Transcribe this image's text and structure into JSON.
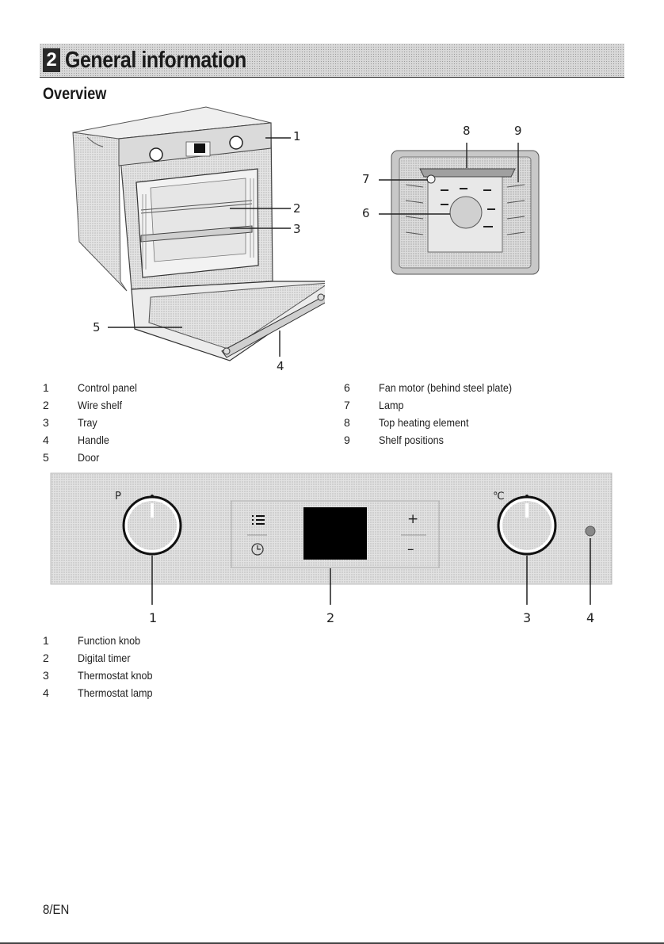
{
  "header": {
    "chapter_number": "2",
    "chapter_title": "General information"
  },
  "section_title": "Overview",
  "oven_figure": {
    "callouts": [
      "1",
      "2",
      "3",
      "4",
      "5"
    ]
  },
  "cavity_figure": {
    "callouts": [
      "6",
      "7",
      "8",
      "9"
    ]
  },
  "parts_legend_left": [
    {
      "num": "1",
      "text": "Control panel"
    },
    {
      "num": "2",
      "text": "Wire shelf"
    },
    {
      "num": "3",
      "text": "Tray"
    },
    {
      "num": "4",
      "text": "Handle"
    },
    {
      "num": "5",
      "text": "Door"
    }
  ],
  "parts_legend_right": [
    {
      "num": "6",
      "text": "Fan motor (behind steel plate)"
    },
    {
      "num": "7",
      "text": "Lamp"
    },
    {
      "num": "8",
      "text": "Top heating element"
    },
    {
      "num": "9",
      "text": "Shelf positions"
    }
  ],
  "control_panel_figure": {
    "function_knob_label": "P",
    "thermostat_knob_label": "℃",
    "timer_plus": "+",
    "timer_minus": "–",
    "callouts": [
      "1",
      "2",
      "3",
      "4"
    ]
  },
  "panel_legend": [
    {
      "num": "1",
      "text": "Function knob"
    },
    {
      "num": "2",
      "text": "Digital timer"
    },
    {
      "num": "3",
      "text": "Thermostat knob"
    },
    {
      "num": "4",
      "text": "Thermostat lamp"
    }
  ],
  "footer": {
    "page_label": "8/EN"
  },
  "colors": {
    "header_bg": "#d8d8d8",
    "display_black": "#000000",
    "text": "#1a1a1a"
  }
}
